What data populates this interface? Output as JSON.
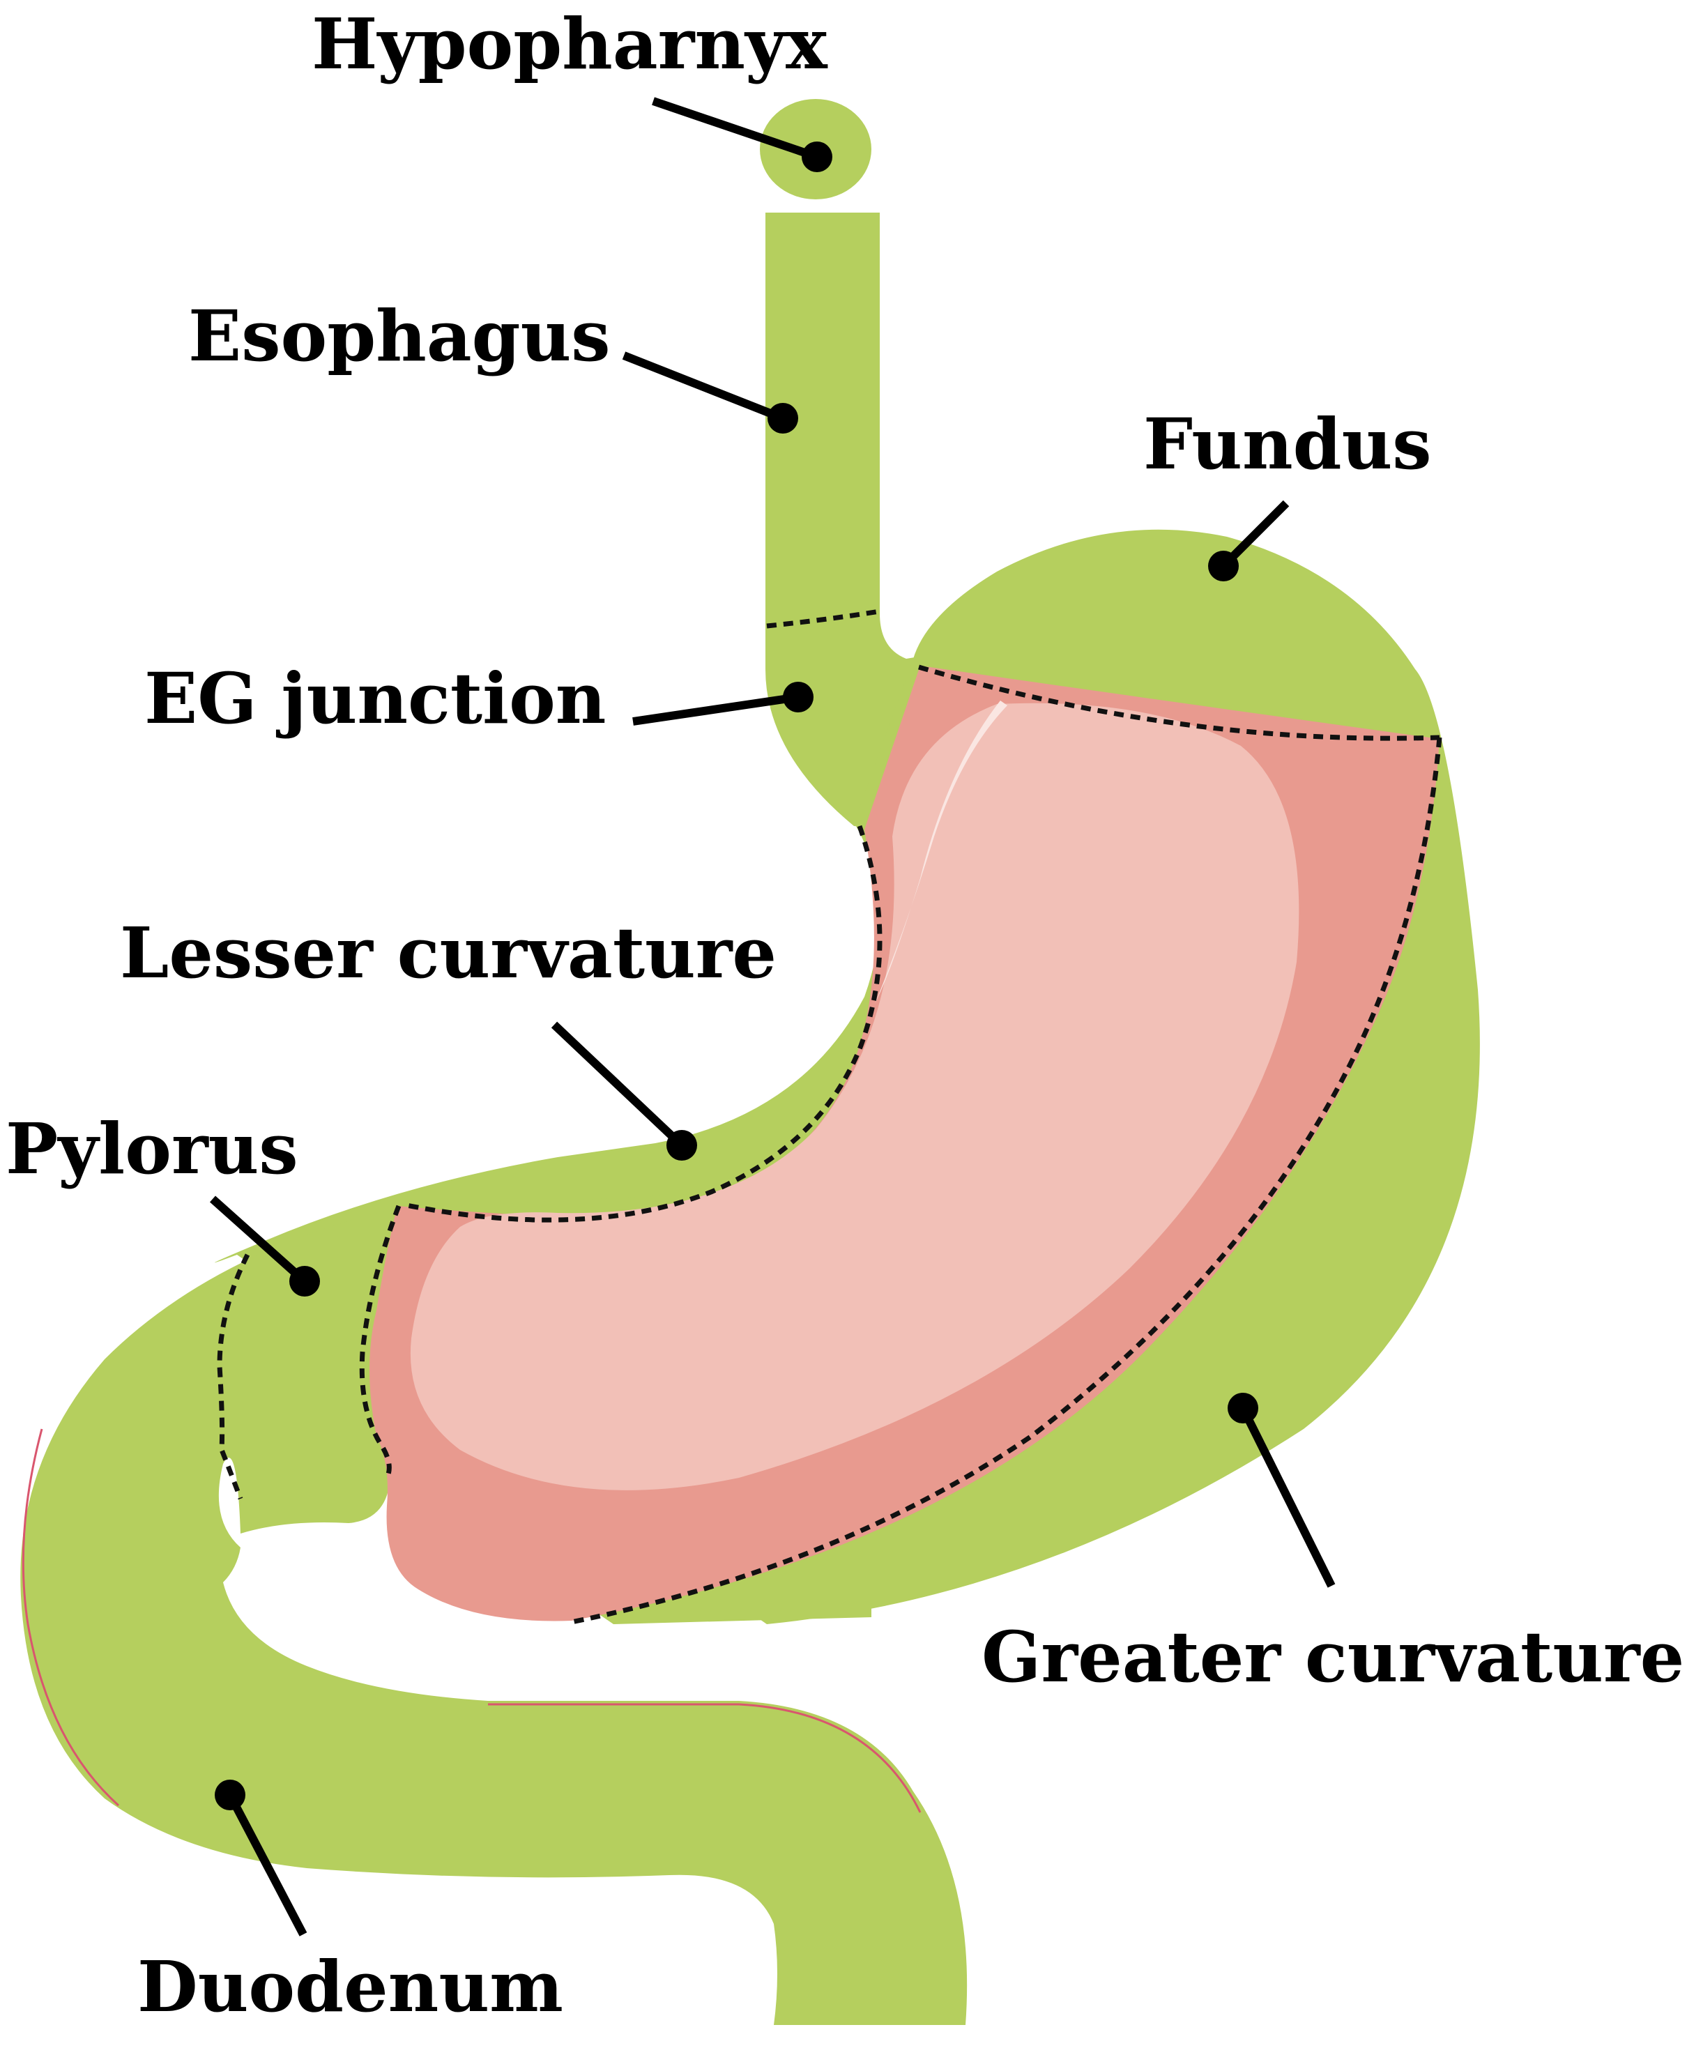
{
  "colors": {
    "organ_green": "#b5cf5e",
    "mucosa_outer": "#e89a8f",
    "mucosa_inner": "#f2c0b7",
    "highlight": "#fae6e2",
    "boundary_line": "#111111",
    "label_text": "#000000",
    "rim_pink": "#d9566e"
  },
  "labels": {
    "hypopharnyx": "Hypopharnyx",
    "esophagus": "Esophagus",
    "fundus": "Fundus",
    "eg_junction": "EG junction",
    "lesser_curvature": "Lesser curvature",
    "pylorus": "Pylorus",
    "greater_curvature": "Greater curvature",
    "duodenum": "Duodenum"
  }
}
